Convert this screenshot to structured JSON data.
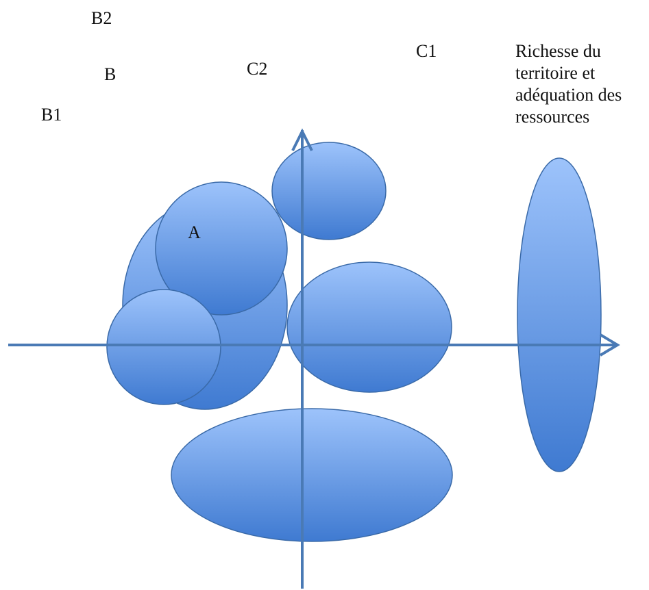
{
  "labels": {
    "b2": "B2",
    "b": "B",
    "b1": "B1",
    "c2": "C2",
    "c1": "C1",
    "a": "A",
    "resource_axis": "Richesse du\nterritoire et\nadéquation des\nressources"
  },
  "colors": {
    "ellipse_fill_light": "#9dc3fb",
    "ellipse_fill_dark": "#3f7ad1",
    "ellipse_stroke": "#3a6aa8",
    "axis": "#4a7ab5"
  }
}
